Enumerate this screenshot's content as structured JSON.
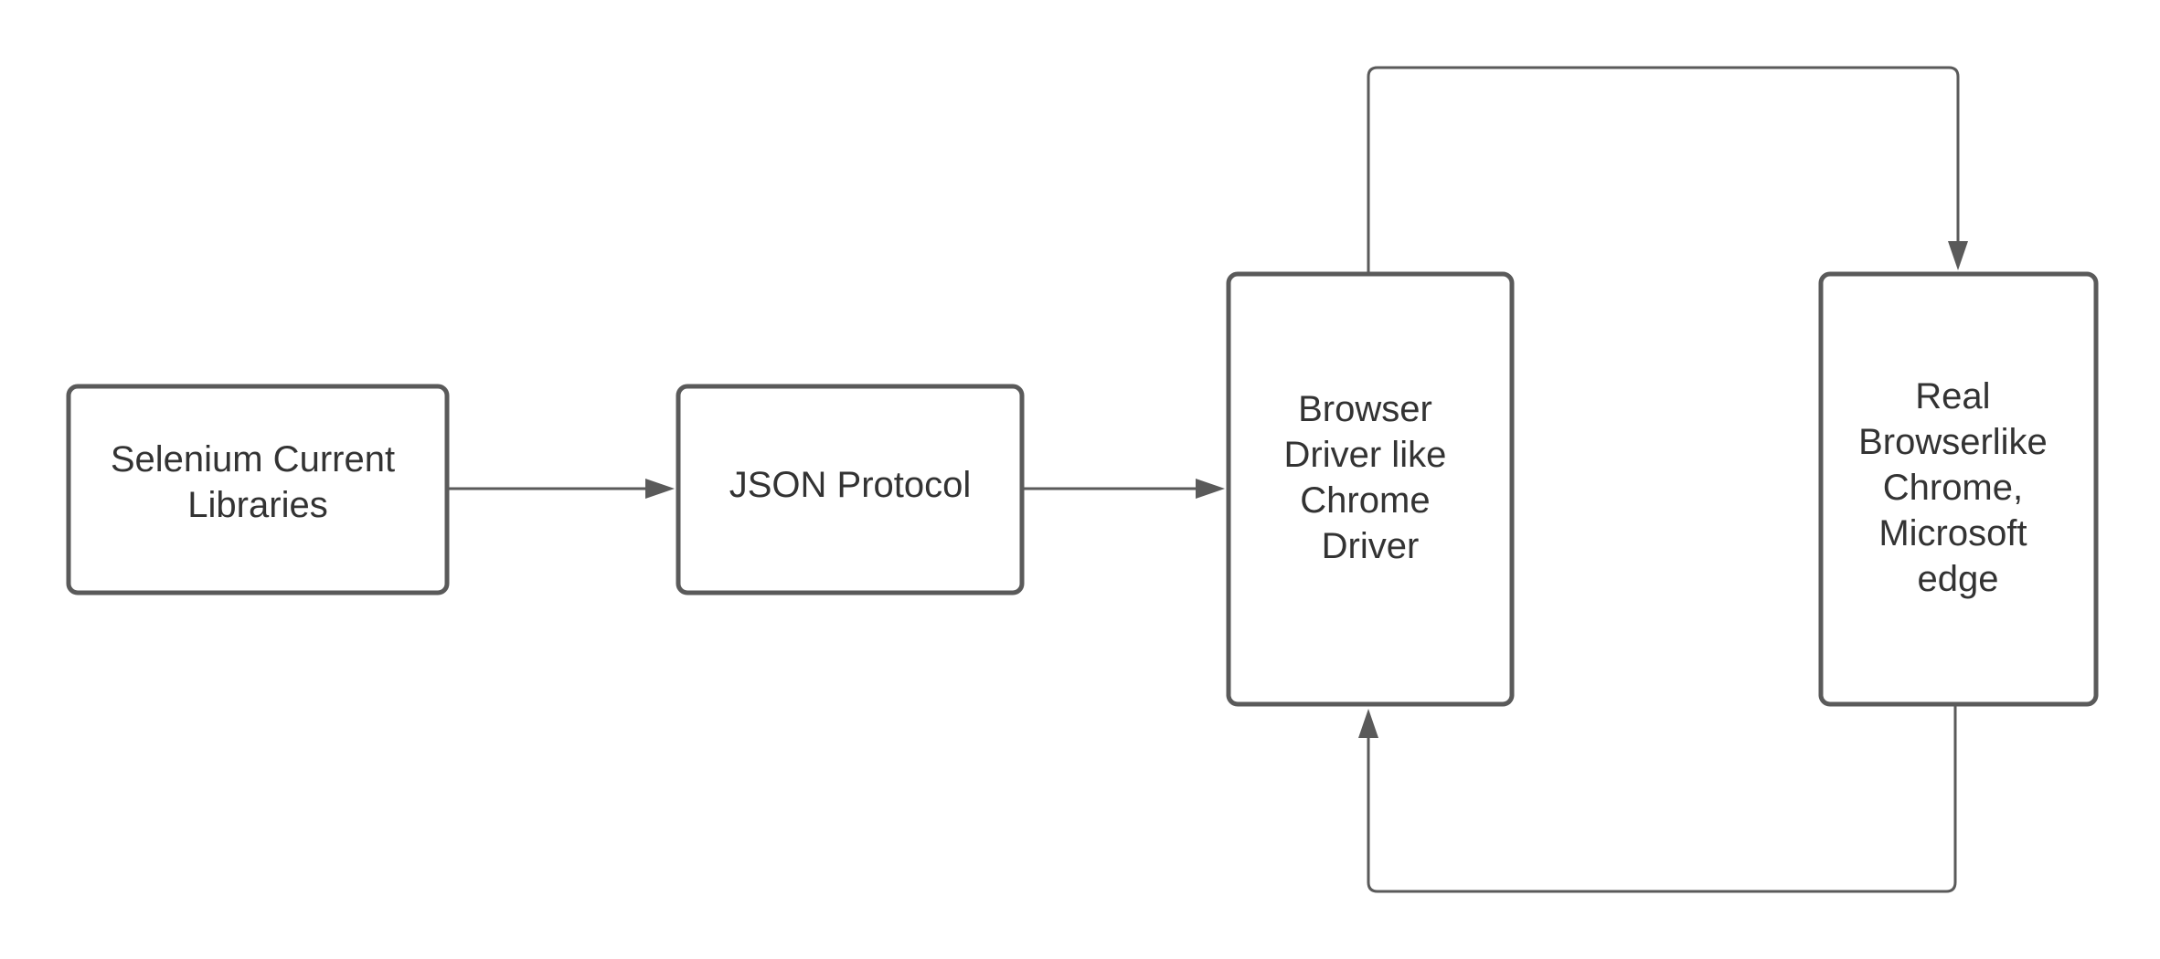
{
  "diagram": {
    "colors": {
      "stroke": "#5a5a5a",
      "text": "#333333",
      "background": "#ffffff"
    },
    "nodes": {
      "selenium": {
        "lines": [
          "Selenium Current",
          "Libraries"
        ]
      },
      "json": {
        "lines": [
          "JSON Protocol"
        ]
      },
      "driver": {
        "lines": [
          "Browser",
          "Driver like",
          "Chrome",
          "Driver"
        ]
      },
      "real": {
        "lines": [
          "Real",
          "Browserlike",
          "Chrome,",
          "Microsoft",
          "edge"
        ]
      }
    }
  }
}
